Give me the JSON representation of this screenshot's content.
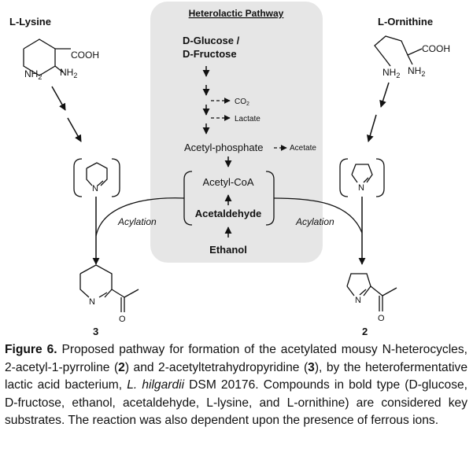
{
  "diagram": {
    "pathway_title": "Heterolactic Pathway",
    "glucose_line1": "D-Glucose /",
    "glucose_line2": "D-Fructose",
    "co2_subscript_base": "CO",
    "co2_subscript": "2",
    "lactate": "Lactate",
    "acetyl_phosphate": "Acetyl-phosphate",
    "acetate": "Acetate",
    "acetyl_coa": "Acetyl-CoA",
    "acetaldehyde": "Acetaldehyde",
    "ethanol": "Ethanol",
    "lysine_label": "L-Lysine",
    "ornithine_label": "L-Ornithine",
    "acylation_left": "Acylation",
    "acylation_right": "Acylation",
    "product_left_number": "3",
    "product_right_number": "2",
    "atom_cooh": "COOH",
    "atom_nh2": "NH",
    "atom_nh2_sub": "2",
    "atom_n": "N",
    "atom_o": "O"
  },
  "caption": {
    "label": "Figure 6.",
    "t1": " Proposed pathway for formation of the acetylated mousy N-heterocycles, 2-acetyl-1-pyrroline (",
    "n2": "2",
    "t2": ") and 2-acetyltetrahydropyridine (",
    "n3": "3",
    "t3": "), by the heterofermentative lactic acid bacterium, ",
    "species": "L. hilgardii",
    "t4": " DSM 20176. Compounds in bold type (",
    "d1": "D",
    "t5": "-glucose, ",
    "d2": "D",
    "t6": "-fructose, ethanol, acetaldehyde, ",
    "l1": "L",
    "t7": "-lysine, and ",
    "l2": "L",
    "t8": "-ornithine) are considered key substrates. The reaction was also dependent upon the presence of ferrous ions."
  }
}
